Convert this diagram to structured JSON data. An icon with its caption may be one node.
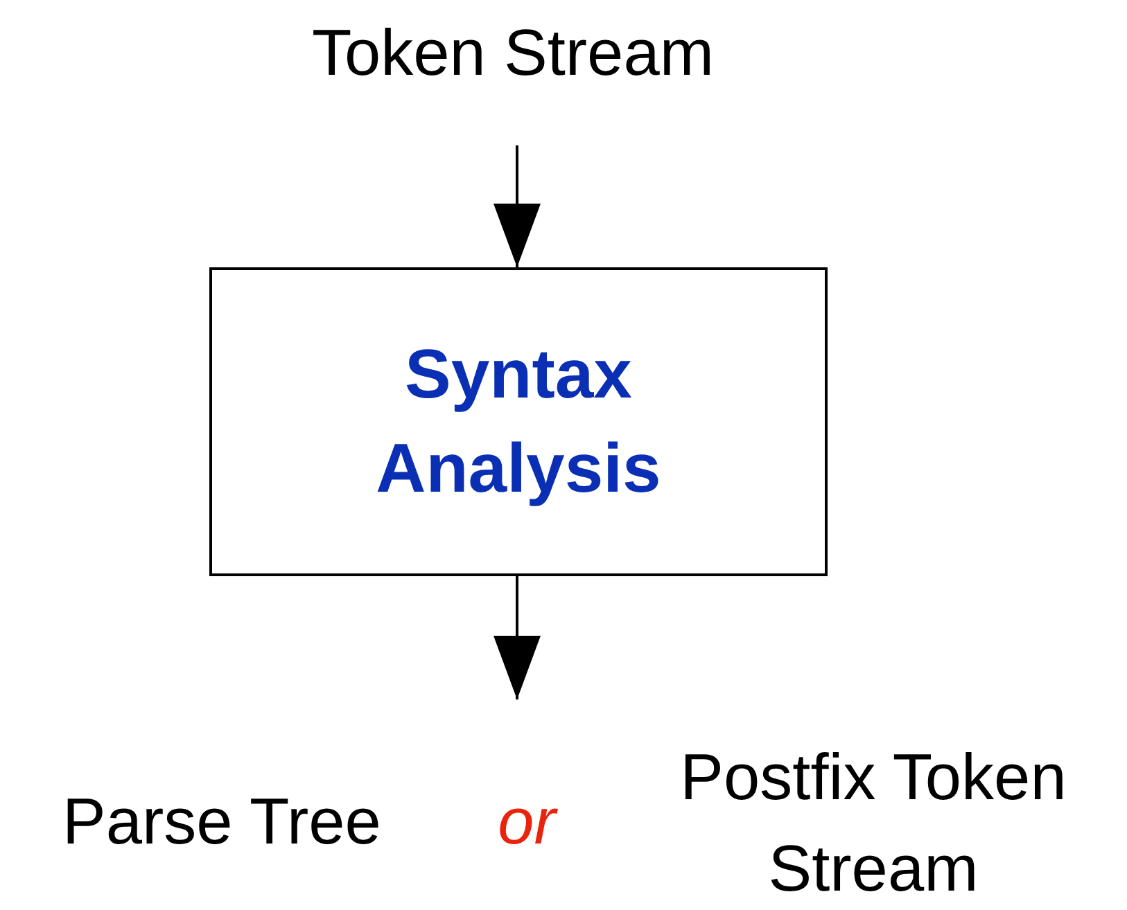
{
  "diagram": {
    "nodes": [
      {
        "text": [
          "Token Stream"
        ]
      },
      {
        "text": [
          "Syntax Analysis"
        ]
      },
      {
        "text": [
          "Parse Tree"
        ]
      },
      {
        "text": [
          "Postfix Token Stream"
        ]
      }
    ],
    "edges": [
      {
        "from": 0,
        "to": 1,
        "arrow": "to"
      },
      {
        "from": 1,
        "to": null,
        "arrow": "to"
      }
    ],
    "labels": [
      "or"
    ]
  }
}
